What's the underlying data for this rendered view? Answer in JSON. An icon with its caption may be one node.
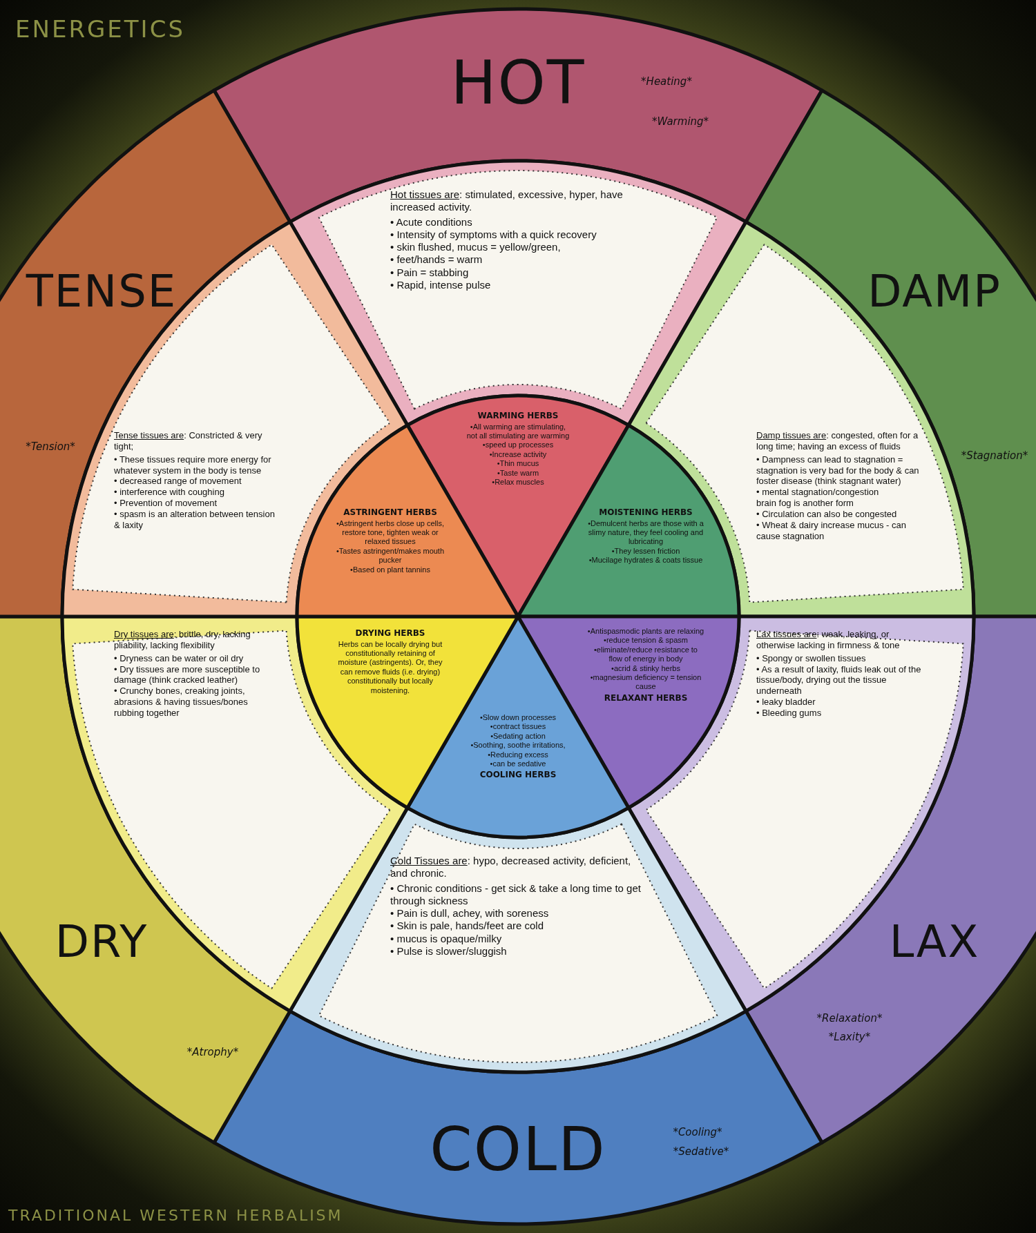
{
  "diagram": {
    "nodes": [
      {
        "text": [
          "HOT",
          "*Heating*",
          "*Warming*"
        ]
      },
      {
        "text": [
          "DAMP",
          "*Stagnation*"
        ]
      },
      {
        "text": [
          "LAX",
          "*Relaxation*",
          "*Laxity*"
        ]
      },
      {
        "text": [
          "COLD",
          "*Cooling*",
          "*Sedative*"
        ]
      },
      {
        "text": [
          "DRY",
          "*Atrophy*"
        ]
      },
      {
        "text": [
          "TENSE",
          "*Tension*"
        ]
      },
      {
        "text": [
          "**Hot tissues are**: stimulated, excessive, hyper, have increased activity.",
          "• Acute conditions",
          "• Intensity of symptoms with a quick recovery",
          "• skin flushed, mucus = yellow/green,",
          "• feet/hands = warm",
          "• Pain = stabbing",
          "• Rapid, intense pulse"
        ]
      },
      {
        "text": [
          "**Damp tissues are**: congested, often for a long time; having an excess of fluids",
          "• Dampness can lead to stagnation = stagnation is very bad for the body & can foster disease (think stagnant water)",
          "• mental stagnation/congestion",
          "brain fog is another form",
          "• Circulation can also be congested",
          "• Wheat & dairy increase mucus - can cause stagnation"
        ]
      },
      {
        "text": [
          "**Lax tissues are**: weak, leaking, or otherwise lacking in firmness & tone",
          "• Spongy or swollen tissues",
          "• As a result of laxity, fluids leak out of the tissue/body, drying out the tissue underneath",
          "• leaky bladder",
          "• Bleeding gums"
        ]
      },
      {
        "text": [
          "**Cold Tissues are**: hypo, decreased activity, deficient, and chronic.",
          "• Chronic conditions - get sick & take a long time to get through sickness",
          "• Pain is dull, achey, with soreness",
          "• Skin is pale, hands/feet are cold",
          "• mucus is opaque/milky",
          "• Pulse is slower/sluggish"
        ]
      },
      {
        "text": [
          "**Dry tissues are**: brittle, dry, lacking pliability, lacking flexibility",
          "• Dryness can be water or oil dry",
          "• Dry tissues are more susceptible to damage (think cracked leather)",
          "• Crunchy bones, creaking joints, abrasions & having tissues/bones rubbing together"
        ]
      },
      {
        "text": [
          "**Tense tissues are**: Constricted & very tight;",
          "• These tissues require more energy for whatever system in the body is tense",
          "• decreased range of movement",
          "• interference with coughing",
          "• Prevention of movement",
          "• spasm is an alteration between tension & laxity"
        ]
      },
      {
        "text": [
          "WARMING HERBS",
          "•All warming are stimulating, not all stimulating are warming",
          "•speed up processes",
          "•Increase activity",
          "•Thin mucus",
          "•Taste warm",
          "•Relax muscles"
        ]
      },
      {
        "text": [
          "MOISTENING HERBS",
          "•Demulcent herbs are those with a slimy nature, they feel cooling and lubricating",
          "•They lessen friction",
          "•Mucilage hydrates & coats tissue"
        ]
      },
      {
        "text": [
          "•Antispasmodic plants are relaxing",
          "•reduce tension & spasm",
          "•eliminate/reduce resistance to flow of energy in body",
          "•acrid & stinky herbs",
          "•magnesium deficiency = tension cause",
          "RELAXANT HERBS"
        ]
      },
      {
        "text": [
          "•Slow down processes",
          "•contract tissues",
          "•Sedating action",
          "•Soothing, soothe irritations,",
          "•Reducing excess",
          "•can be sedative",
          "COOLING HERBS"
        ]
      },
      {
        "text": [
          "DRYING HERBS",
          "Herbs can be locally drying but constitutionally retaining of moisture (astringents). Or, they can remove fluids (i.e. drying) constitutionally but locally moistening."
        ]
      },
      {
        "text": [
          "ASTRINGENT HERBS",
          "•Astringent herbs close up cells, restore tone, tighten weak or relaxed tissues",
          "•Tastes astringent/makes mouth pucker",
          "•Based on plant tannins"
        ]
      }
    ],
    "labels": [
      "ENERGETICS",
      "TRADITIONAL WESTERN HERBALISM"
    ]
  }
}
